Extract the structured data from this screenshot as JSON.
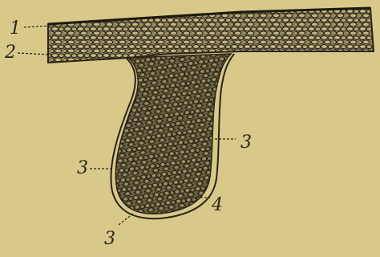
{
  "figure": {
    "background_color": "#d8c98a",
    "ink_color": "#2a2418",
    "labels": {
      "label_1": "1",
      "label_2": "2",
      "label_3_left": "3",
      "label_3_right": "3",
      "label_3_bottom": "3",
      "label_4": "4"
    }
  }
}
